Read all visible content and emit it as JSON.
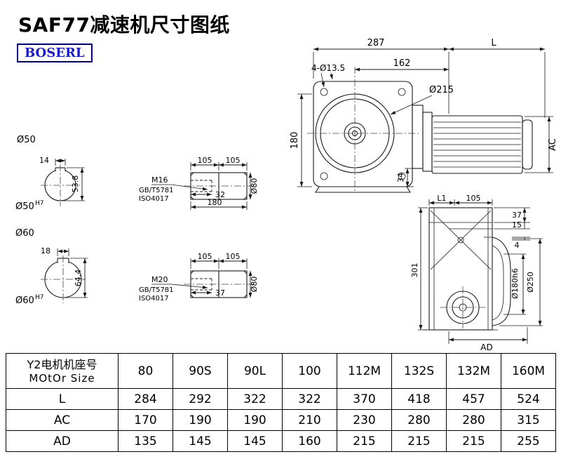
{
  "page": {
    "title": "SAF77减速机尺寸图纸",
    "logo": "BOSERL"
  },
  "front_view": {
    "dim_width": "287",
    "dim_motor_len": "L",
    "dim_holes": "4-Ø13.5",
    "dim_flange_offset": "162",
    "dim_flange_dia": "Ø215",
    "dim_height": "180",
    "dim_foot": "34",
    "dim_motor_dia": "AC"
  },
  "bore50": {
    "label": "Ø50",
    "key_width": "14",
    "key_height": "53.8",
    "bore_label": "Ø50",
    "bore_tol": "H7"
  },
  "bore60": {
    "label": "Ø60",
    "key_width": "18",
    "key_height": "64.4",
    "bore_label": "Ø60",
    "bore_tol": "H7"
  },
  "shaft_m16": {
    "dim_a": "105",
    "dim_b": "105",
    "thread": "M16",
    "std1": "GB/T5781",
    "std2": "ISO4017",
    "thread_depth": "32",
    "length": "180",
    "dia": "Ø80"
  },
  "shaft_m20": {
    "dim_a": "105",
    "dim_b": "105",
    "thread": "M20",
    "std1": "GB/T5781",
    "std2": "ISO4017",
    "thread_depth": "37",
    "dia": "Ø80"
  },
  "side_view": {
    "dim_l1": "L1",
    "dim_105": "105",
    "dim_37": "37",
    "dim_15": "15",
    "dim_4": "4",
    "dim_height": "301",
    "dim_spigot": "Ø180h6",
    "dim_flange": "Ø250",
    "dim_ad": "AD"
  },
  "table": {
    "header_cn": "Y2电机机座号",
    "header_en": "MOtOr Size",
    "sizes": [
      "80",
      "90S",
      "90L",
      "100",
      "112M",
      "132S",
      "132M",
      "160M"
    ],
    "rows": [
      {
        "label": "L",
        "values": [
          "284",
          "292",
          "322",
          "322",
          "370",
          "418",
          "457",
          "524"
        ]
      },
      {
        "label": "AC",
        "values": [
          "170",
          "190",
          "190",
          "210",
          "230",
          "280",
          "280",
          "315"
        ]
      },
      {
        "label": "AD",
        "values": [
          "135",
          "145",
          "145",
          "160",
          "215",
          "215",
          "215",
          "255"
        ]
      }
    ]
  }
}
